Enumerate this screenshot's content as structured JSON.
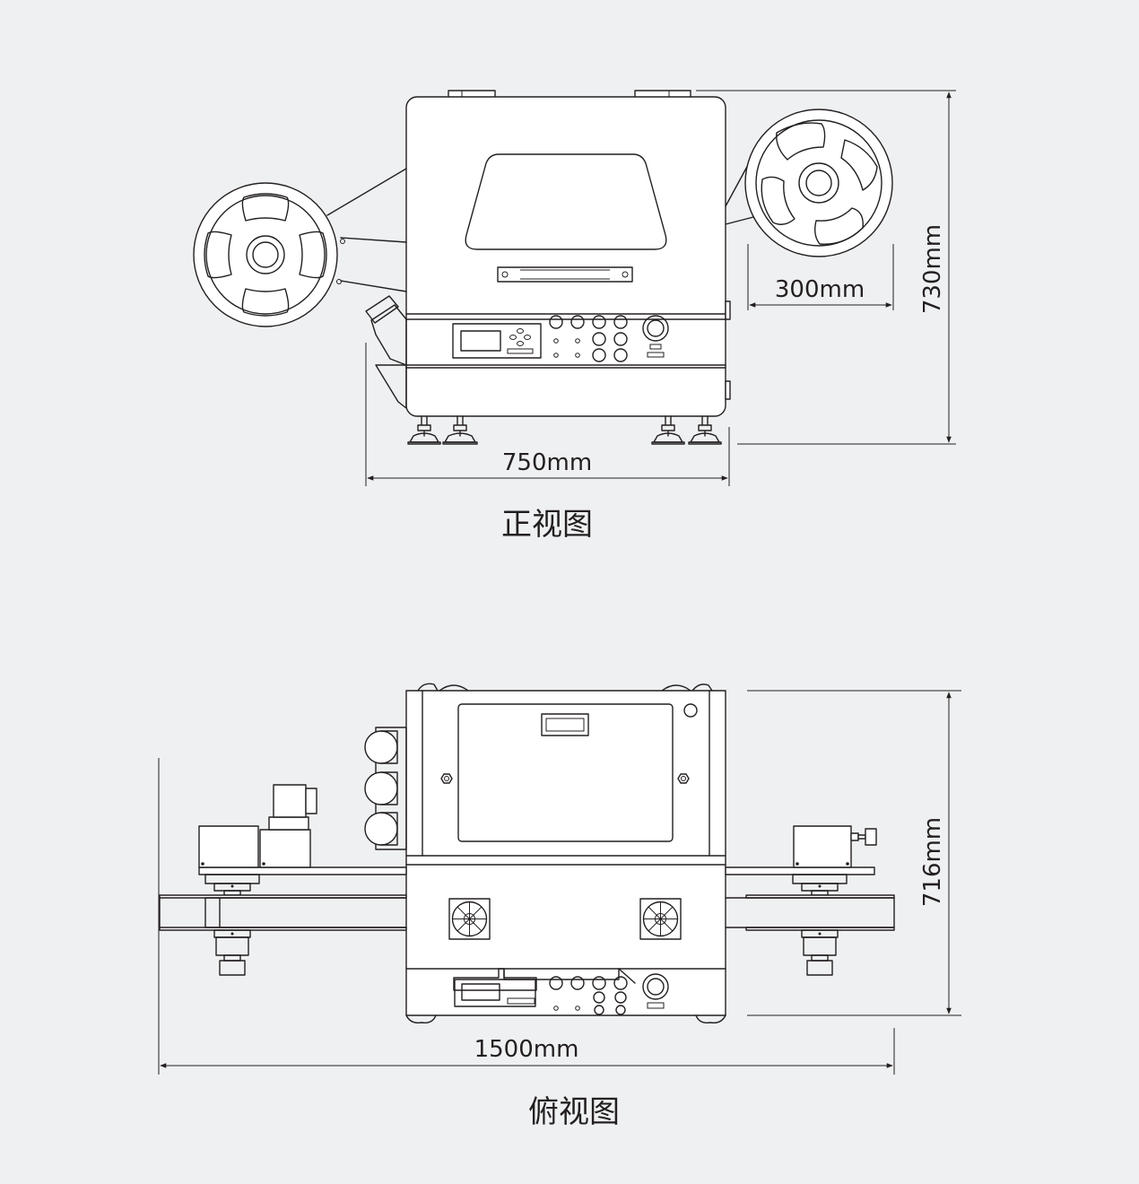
{
  "front_view": {
    "caption": "正视图",
    "dims": {
      "width": "750mm",
      "height": "730mm",
      "reel": "300mm"
    }
  },
  "top_view": {
    "caption": "俯视图",
    "dims": {
      "width": "1500mm",
      "depth": "716mm"
    }
  }
}
